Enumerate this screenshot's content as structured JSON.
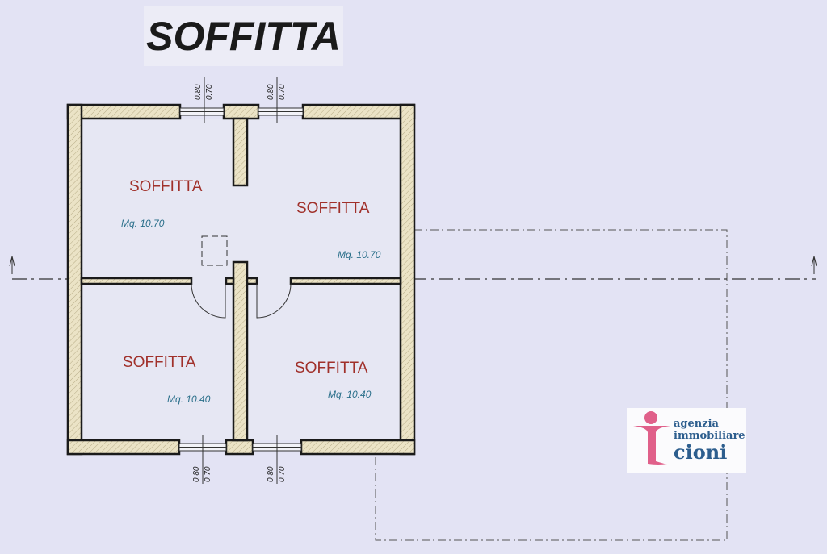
{
  "title": "SOFFITTA",
  "rooms": [
    {
      "label": "SOFFITTA",
      "area": "Mq. 10.70"
    },
    {
      "label": "SOFFITTA",
      "area": "Mq. 10.70"
    },
    {
      "label": "SOFFITTA",
      "area": "Mq. 10.40"
    },
    {
      "label": "SOFFITTA",
      "area": "Mq. 10.40"
    }
  ],
  "windows": [
    {
      "height": "0.80",
      "width": "0.70"
    },
    {
      "height": "0.80",
      "width": "0.70"
    },
    {
      "height": "0.80",
      "width": "0.70"
    },
    {
      "height": "0.80",
      "width": "0.70"
    }
  ],
  "logo": {
    "line1": "agenzia",
    "line2": "immobiliare",
    "line3": "cioni"
  },
  "colors": {
    "wall_fill": "#e8dfc0",
    "room_label": "#a0302a",
    "area_label": "#2a6f8a",
    "logo_pink": "#e0608a",
    "logo_blue": "#2d5e8e"
  }
}
